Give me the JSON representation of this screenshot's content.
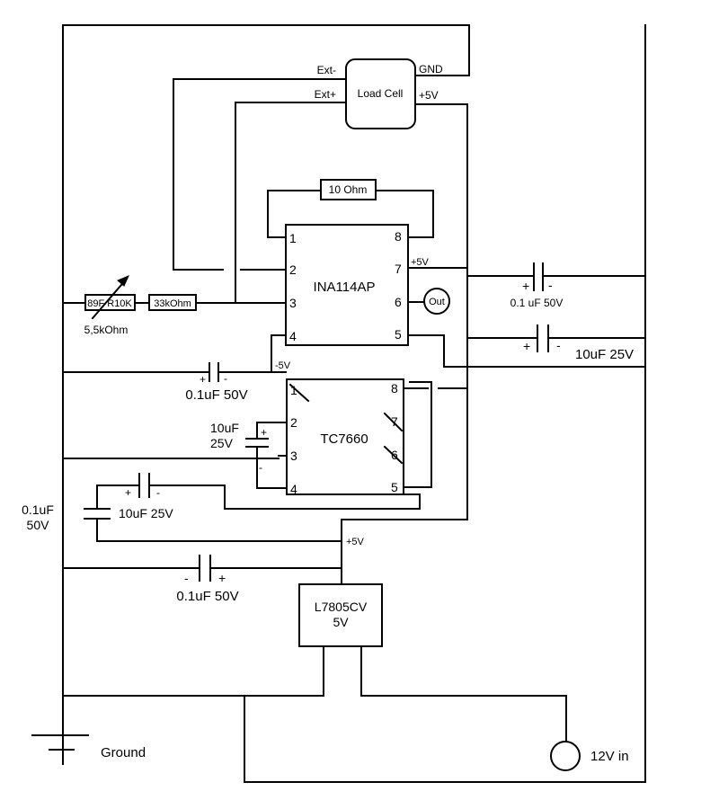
{
  "load_cell": {
    "label": "Load Cell",
    "pins": {
      "ext_minus": "Ext-",
      "ext_plus": "Ext+",
      "gnd": "GND",
      "vcc": "+5V"
    }
  },
  "gain_resistor": {
    "label": "10 Ohm"
  },
  "ina": {
    "label": "INA114AP",
    "pins": [
      "1",
      "2",
      "3",
      "4",
      "5",
      "6",
      "7",
      "8"
    ],
    "vcc_label": "+5V",
    "vneg_label": "-5V",
    "out_label": "Out"
  },
  "input_network": {
    "pot_label": "89F R10K",
    "pot_value": "5,5kOhm",
    "resistor_label": "33kOhm"
  },
  "tc7660": {
    "label": "TC7660",
    "pins": [
      "1",
      "2",
      "3",
      "4",
      "5",
      "6",
      "7",
      "8"
    ]
  },
  "capacitors": {
    "c_ina_top": {
      "label": "0.1 uF 50V",
      "plus": "+",
      "minus": "-"
    },
    "c_ina_bulk": {
      "label": "10uF 25V",
      "plus": "+",
      "minus": "-"
    },
    "c_vneg": {
      "label": "0.1uF 50V",
      "plus": "+",
      "minus": "-"
    },
    "c_pump": {
      "line1": "10uF",
      "line2": "25V",
      "plus": "+",
      "minus": "-"
    },
    "c_tc_out": {
      "label": "10uF 25V",
      "plus": "+",
      "minus": "-"
    },
    "c_left": {
      "line1": "0.1uF",
      "line2": "50V"
    },
    "c_reg_in": {
      "label": "0.1uF 50V",
      "plus": "+",
      "minus": "-"
    }
  },
  "regulator": {
    "line1": "L7805CV",
    "line2": "5V",
    "vout_label": "+5V"
  },
  "ground": {
    "label": "Ground"
  },
  "supply": {
    "label": "12V in"
  }
}
